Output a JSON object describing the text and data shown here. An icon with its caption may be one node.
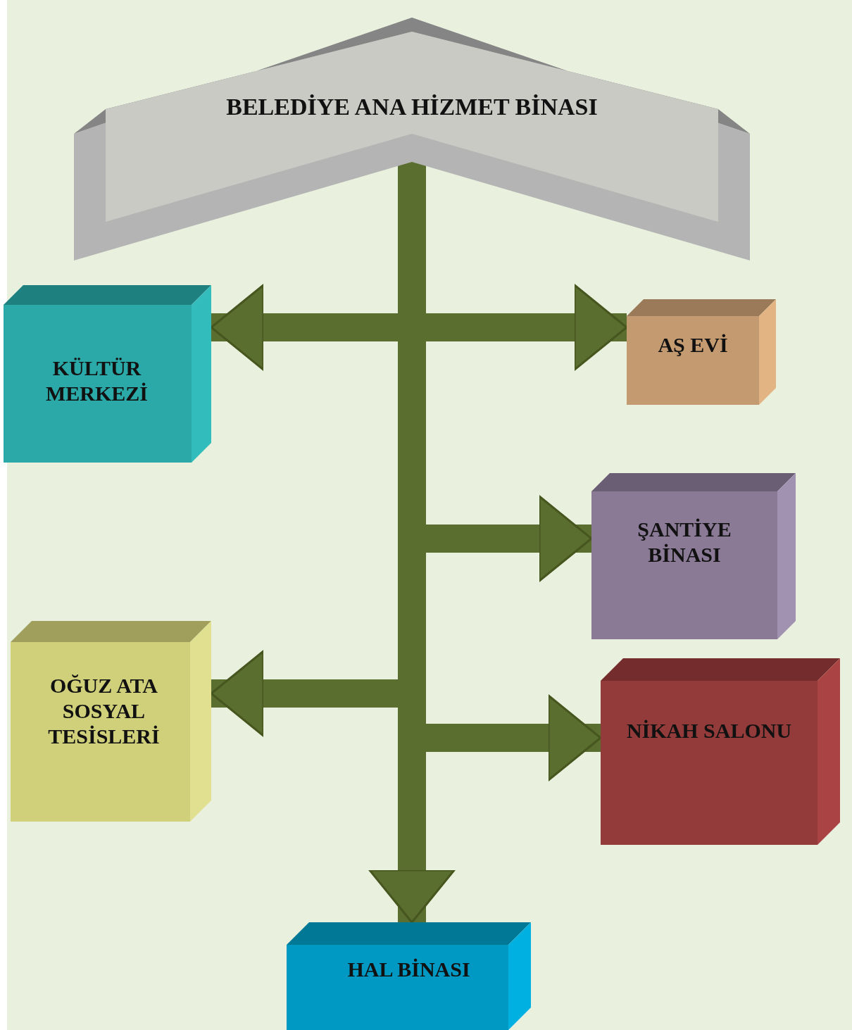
{
  "diagram": {
    "nodes": [
      {
        "text": [
          "BELEDİYE ANA HİZMET BİNASI"
        ]
      },
      {
        "text": [
          "KÜLTÜR MERKEZİ"
        ]
      },
      {
        "text": [
          "AŞ EVİ"
        ]
      },
      {
        "text": [
          "ŞANTİYE BİNASI"
        ]
      },
      {
        "text": [
          "OĞUZ ATA SOSYAL TESİSLERİ"
        ]
      },
      {
        "text": [
          "NİKAH SALONU"
        ]
      },
      {
        "text": [
          "HAL BİNASI"
        ]
      }
    ],
    "edges": [
      {
        "from": 0,
        "to": 1,
        "arrow": "to"
      },
      {
        "from": 0,
        "to": 2,
        "arrow": "to"
      },
      {
        "from": 0,
        "to": 3,
        "arrow": "to"
      },
      {
        "from": 0,
        "to": 4,
        "arrow": "to"
      },
      {
        "from": 0,
        "to": 5,
        "arrow": "to"
      },
      {
        "from": 0,
        "to": 6,
        "arrow": "to"
      }
    ]
  }
}
